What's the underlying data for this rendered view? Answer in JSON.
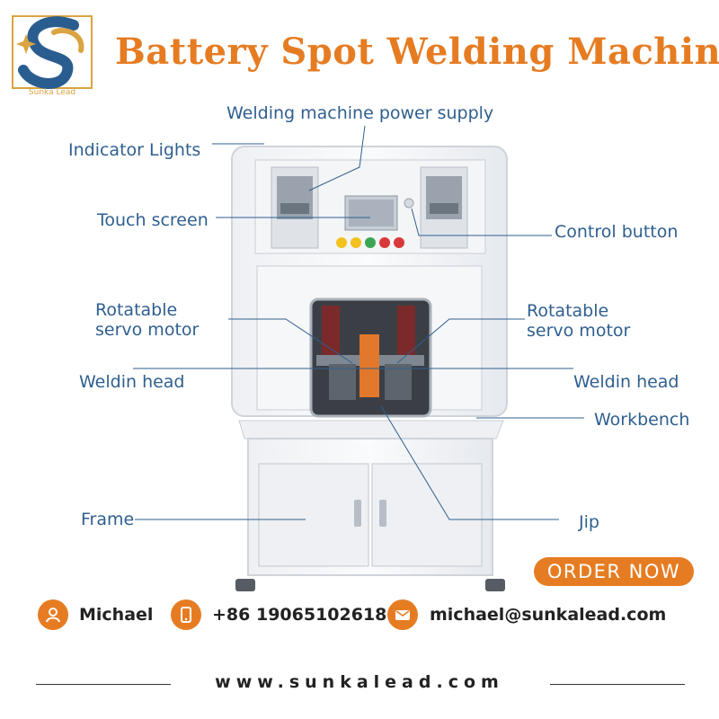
{
  "brand": {
    "logo_text": "Sunka Lead",
    "title": "Battery Spot Welding Machine"
  },
  "callouts": {
    "power_supply": "Welding machine power supply",
    "indicator_lights": "Indicator Lights",
    "touch_screen": "Touch screen",
    "control_button": "Control button",
    "rotatable_left": "Rotatable\nservo motor",
    "rotatable_right": "Rotatable\nservo motor",
    "weldin_left": "Weldin head",
    "weldin_right": "Weldin head",
    "workbench": "Workbench",
    "frame": "Frame",
    "jip": "Jip"
  },
  "cta": {
    "order_label": "ORDER NOW"
  },
  "contact": {
    "name": "Michael",
    "phone": "+86 19065102618",
    "email": "michael@sunkalead.com"
  },
  "footer": {
    "website": "www.sunkalead.com"
  },
  "colors": {
    "accent": "#e67c22",
    "label_blue": "#2f5f8f",
    "logo_blue": "#2a5d8f",
    "logo_gold": "#d9a441"
  },
  "icons": {
    "contact_name": "person-icon",
    "contact_phone": "phone-icon",
    "contact_email": "mail-icon"
  }
}
